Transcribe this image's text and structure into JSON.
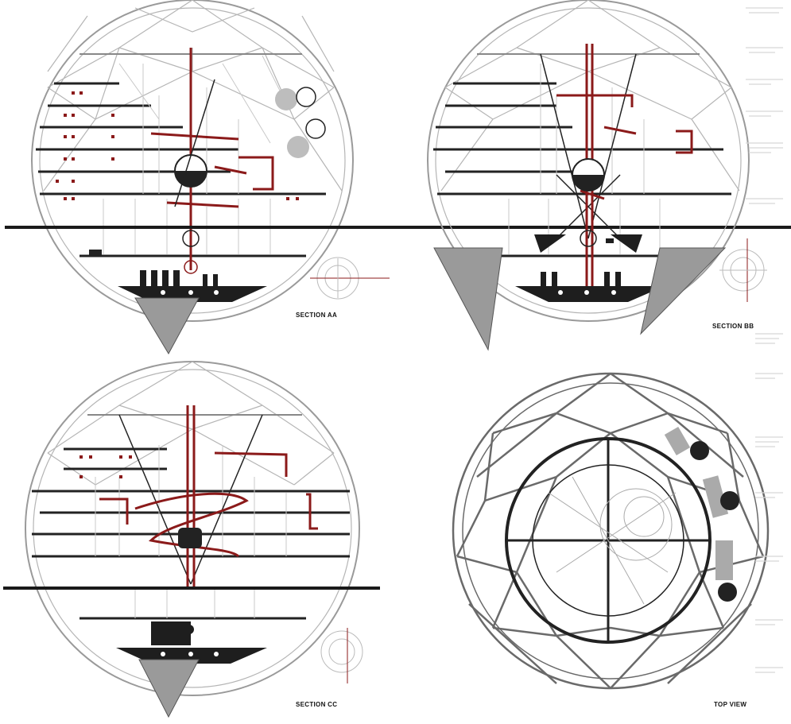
{
  "drawings": [
    {
      "id": "section-aa",
      "caption": "SECTION AA"
    },
    {
      "id": "section-bb",
      "caption": "SECTION BB"
    },
    {
      "id": "section-cc",
      "caption": "SECTION CC"
    },
    {
      "id": "top-view",
      "caption": "TOP VIEW"
    }
  ],
  "colors": {
    "frame": "#9a9a9a",
    "frame_light": "#cfcfcf",
    "floor": "#222222",
    "circulation": "#8b1a1a",
    "fill_gray": "#a8a8a8",
    "background": "#ffffff"
  }
}
